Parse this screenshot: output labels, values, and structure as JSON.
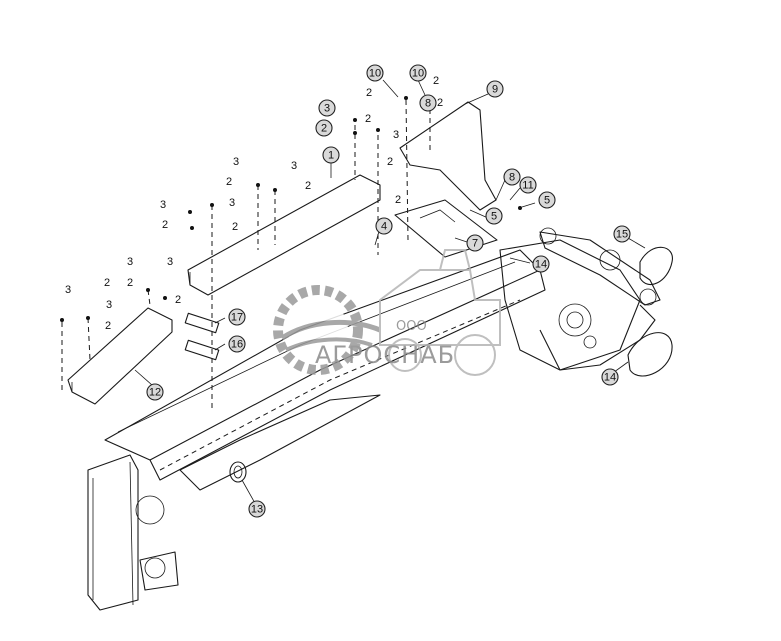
{
  "watermark": {
    "company_type": "ООО",
    "company_name": "АГРОСНАБ",
    "color": "#8a8a8a"
  },
  "callouts": [
    "10",
    "10",
    "9",
    "8",
    "8",
    "11",
    "5",
    "5",
    "7",
    "1",
    "2",
    "3",
    "4",
    "12",
    "13",
    "14",
    "14",
    "15",
    "16",
    "17"
  ],
  "labels": [
    "2",
    "3"
  ]
}
